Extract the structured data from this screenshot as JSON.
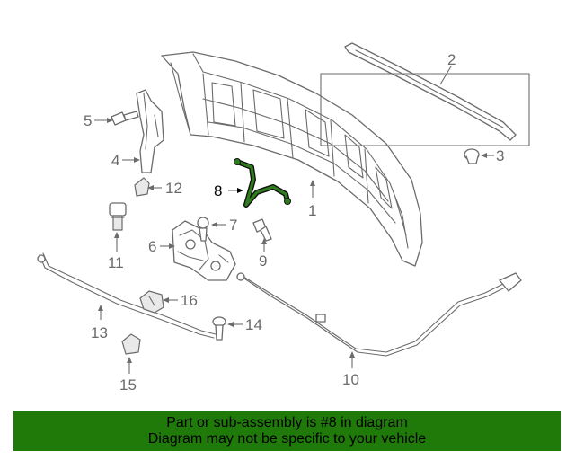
{
  "diagram": {
    "callouts": {
      "c1": "1",
      "c2": "2",
      "c3": "3",
      "c4": "4",
      "c5": "5",
      "c6": "6",
      "c7": "7",
      "c8": "8",
      "c9": "9",
      "c10": "10",
      "c11": "11",
      "c12": "12",
      "c13": "13",
      "c14": "14",
      "c15": "15",
      "c16": "16"
    },
    "highlighted_part": "8",
    "highlight_color": "#2f7d1f"
  },
  "banner": {
    "line1": "Part or sub-assembly is #8 in diagram",
    "line2": "Diagram may not be specific to your vehicle",
    "background": "#1f7a0a"
  }
}
